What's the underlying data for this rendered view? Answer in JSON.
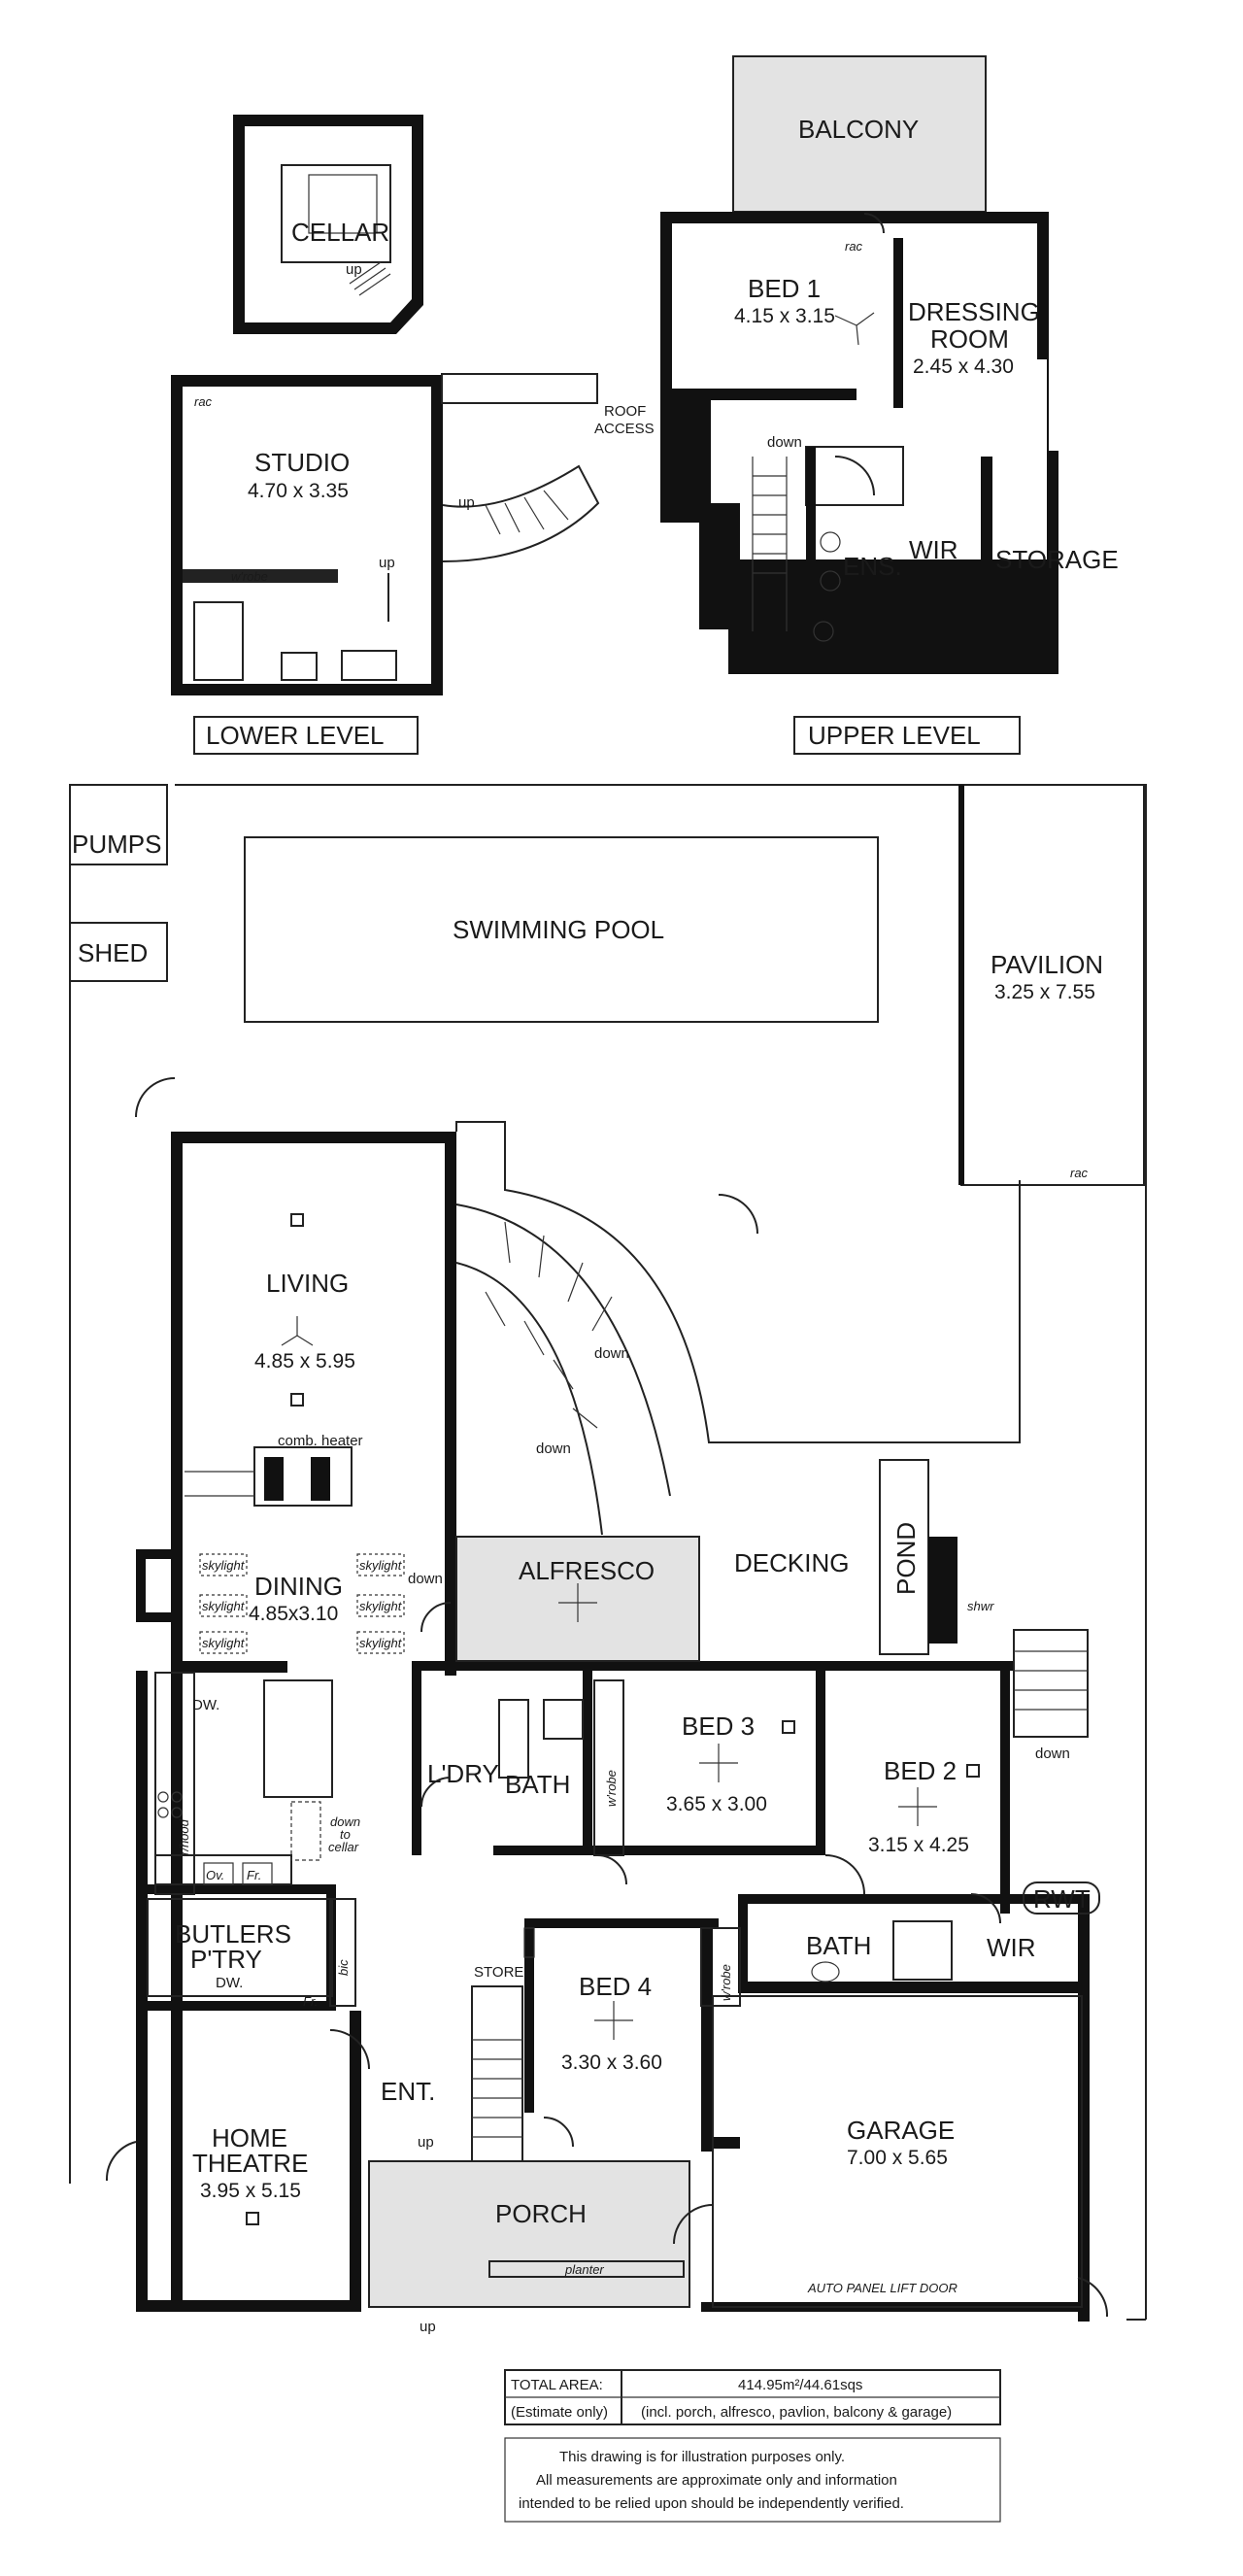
{
  "levels": {
    "lower": "LOWER LEVEL",
    "upper": "UPPER LEVEL"
  },
  "rooms": {
    "cellar": "CELLAR",
    "studio": "STUDIO",
    "studio_dim": "4.70 x 3.35",
    "balcony": "BALCONY",
    "bed1": "BED 1",
    "bed1_dim": "4.15 x 3.15",
    "dressing": "DRESSING",
    "dressing2": "ROOM",
    "dressing_dim": "2.45 x 4.30",
    "roof_access1": "ROOF",
    "roof_access2": "ACCESS",
    "ens": "ENS.",
    "wir_up": "WIR",
    "storage": "STORAGE",
    "pumps": "PUMPS",
    "shed": "SHED",
    "pool": "SWIMMING POOL",
    "pavilion": "PAVILION",
    "pavilion_dim": "3.25 x 7.55",
    "living": "LIVING",
    "living_dim": "4.85 x 5.95",
    "comb_heater": "comb. heater",
    "dining": "DINING",
    "dining_dim": "4.85x3.10",
    "alfresco": "ALFRESCO",
    "decking": "DECKING",
    "pond": "POND",
    "shwr": "shwr",
    "ldry": "L'DRY",
    "bath": "BATH",
    "bed3": "BED 3",
    "bed3_dim": "3.65 x 3.00",
    "bed2": "BED 2",
    "bed2_dim": "3.15 x 4.25",
    "rwt": "RWT",
    "bath2": "BATH",
    "wir2": "WIR",
    "butlers1": "BUTLERS",
    "butlers2": "P'TRY",
    "bic": "bic",
    "store": "STORE",
    "bed4": "BED 4",
    "bed4_dim": "3.30 x 3.60",
    "ent": "ENT.",
    "home_theatre1": "HOME",
    "home_theatre2": "THEATRE",
    "home_theatre_dim": "3.95 x 5.15",
    "porch": "PORCH",
    "planter": "planter",
    "garage": "GARAGE",
    "garage_dim": "7.00 x 5.65",
    "lift_door": "AUTO PANEL LIFT DOOR"
  },
  "labels": {
    "up": "up",
    "down": "down",
    "rac": "rac",
    "wrobe": "w'robe",
    "skylight": "skylight",
    "dw": "DW.",
    "rhood": "r/hood",
    "ov": "Ov.",
    "fr": "Fr.",
    "down_to_cellar1": "down",
    "down_to_cellar2": "to",
    "down_to_cellar3": "cellar"
  },
  "area": {
    "label1": "TOTAL AREA:",
    "label2": "(Estimate only)",
    "value1": "414.95m²/44.61sqs",
    "value2": "(incl. porch, alfresco, pavlion, balcony & garage)"
  },
  "disclaimer": {
    "line1": "This drawing is for illustration purposes only.",
    "line2": "All measurements are approximate only and information",
    "line3": "intended to be relied upon should be independently verified."
  }
}
